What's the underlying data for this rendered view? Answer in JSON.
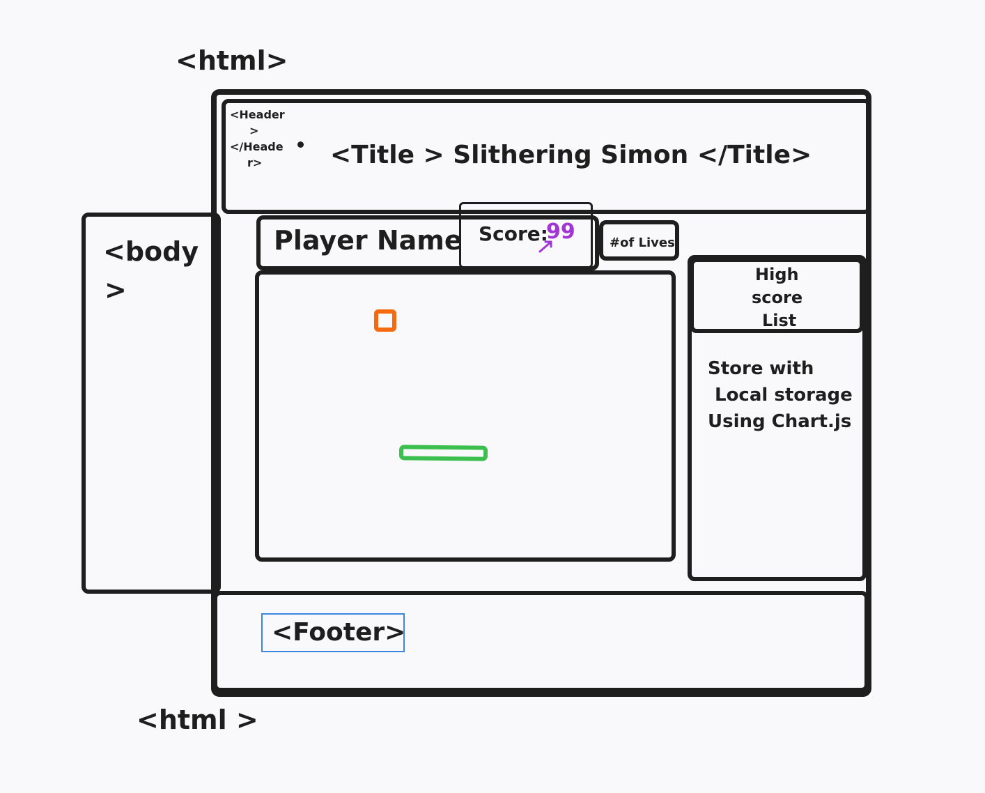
{
  "labels": {
    "html_open": "<html>",
    "html_close": "<html >",
    "body_line1": "<body",
    "body_line2": ">",
    "header_line1": "<Header",
    "header_line2": ">",
    "header_line3": "</Heade",
    "header_line4": "r>",
    "title": "<Title > Slithering Simon </Title>",
    "footer": "<Footer>"
  },
  "game": {
    "player_name": "Player Name",
    "score_label": "Score:",
    "score_value": "99",
    "lives_label": "#of Lives"
  },
  "sidebar": {
    "high_score_line1": "High",
    "high_score_line2": "score",
    "high_score_line3": "List",
    "note_line1": "Store with",
    "note_line2": "Local storage",
    "note_line3": "Using Chart.js"
  },
  "colors": {
    "stroke": "#1e1e1e",
    "background": "#f9f9fb",
    "food": "#f56a0e",
    "snake": "#3cbf4f",
    "score_value": "#a235d6",
    "footer_highlight": "#3a86e0"
  }
}
